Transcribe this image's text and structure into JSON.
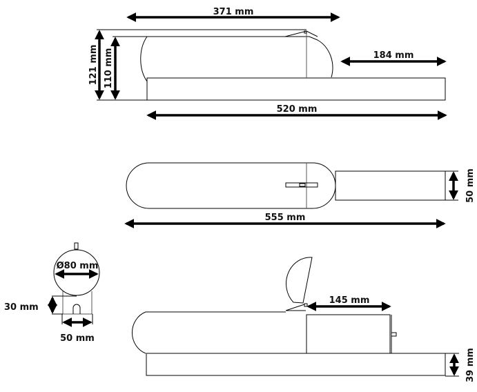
{
  "diagram": {
    "title": "",
    "views": {
      "top_side_view": {
        "dimensions": {
          "overall_length_upper": "371 mm",
          "extension": "184 mm",
          "base_length": "520 mm",
          "total_height": "121 mm",
          "body_height": "110 mm"
        }
      },
      "plan_view": {
        "dimensions": {
          "overall_length": "555 mm",
          "handle_width": "50 mm"
        }
      },
      "end_view": {
        "dimensions": {
          "diameter": "Ø80 mm",
          "neck_height": "30 mm",
          "neck_width": "50 mm"
        }
      },
      "open_side_view": {
        "dimensions": {
          "hinge_offset": "145 mm",
          "base_height": "39 mm"
        }
      }
    }
  }
}
